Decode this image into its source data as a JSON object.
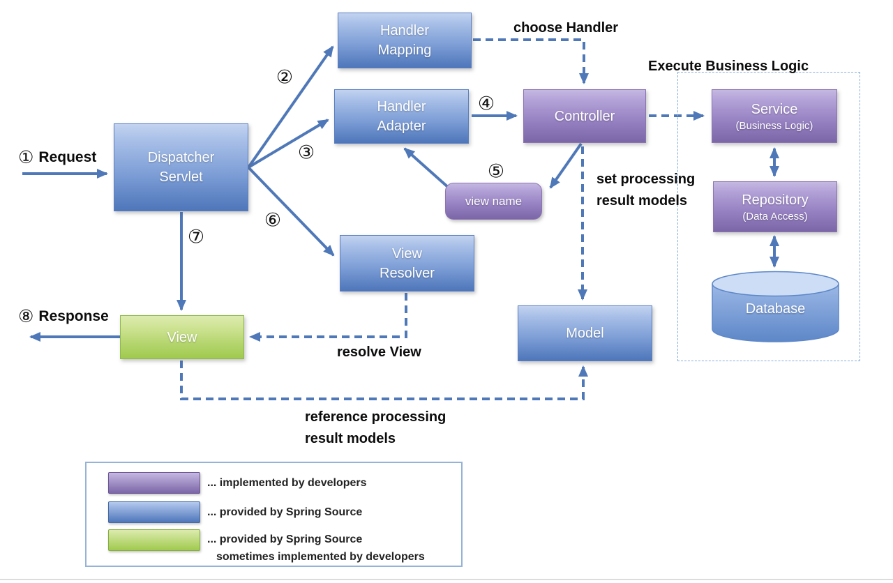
{
  "title": "Spring MVC request processing diagram",
  "colors": {
    "arrow_blue": "#4f78b8",
    "blue_box_top": "#a9c0e8",
    "blue_box_bottom": "#4e76ba",
    "purple_box_top": "#b2a1d7",
    "purple_box_bottom": "#7b66a7",
    "green_box_top": "#d0e496",
    "green_box_bottom": "#a0ca4e",
    "region_border": "#85aede",
    "legend_border": "#95b3d7"
  },
  "nodes": {
    "dispatcher_servlet": {
      "line1": "Dispatcher",
      "line2": "Servlet"
    },
    "handler_mapping": {
      "line1": "Handler",
      "line2": "Mapping"
    },
    "handler_adapter": {
      "line1": "Handler",
      "line2": "Adapter"
    },
    "controller": {
      "label": "Controller"
    },
    "view_name": {
      "label": "view name"
    },
    "view_resolver": {
      "line1": "View",
      "line2": "Resolver"
    },
    "view": {
      "label": "View"
    },
    "model": {
      "label": "Model"
    },
    "service": {
      "line1": "Service",
      "line2": "(Business Logic)"
    },
    "repository": {
      "line1": "Repository",
      "line2": "(Data Access)"
    },
    "database": {
      "label": "Database"
    }
  },
  "steps": {
    "s1": {
      "num": "①",
      "label": "Request"
    },
    "s2": {
      "num": "②"
    },
    "s3": {
      "num": "③"
    },
    "s4": {
      "num": "④"
    },
    "s5": {
      "num": "⑤"
    },
    "s6": {
      "num": "⑥"
    },
    "s7": {
      "num": "⑦"
    },
    "s8": {
      "num": "⑧",
      "label": "Response"
    }
  },
  "annotations": {
    "choose_handler": "choose Handler",
    "execute_business_logic": "Execute Business Logic",
    "set_processing_line1": "set processing",
    "set_processing_line2": "result models",
    "resolve_view": "resolve View",
    "reference_line1": "reference processing",
    "reference_line2": "result models"
  },
  "legend": {
    "items": [
      {
        "line1": "... implemented by developers",
        "line2": ""
      },
      {
        "line1": "... provided by Spring Source",
        "line2": ""
      },
      {
        "line1": "... provided by Spring Source",
        "line2": "sometimes implemented by developers"
      }
    ]
  }
}
